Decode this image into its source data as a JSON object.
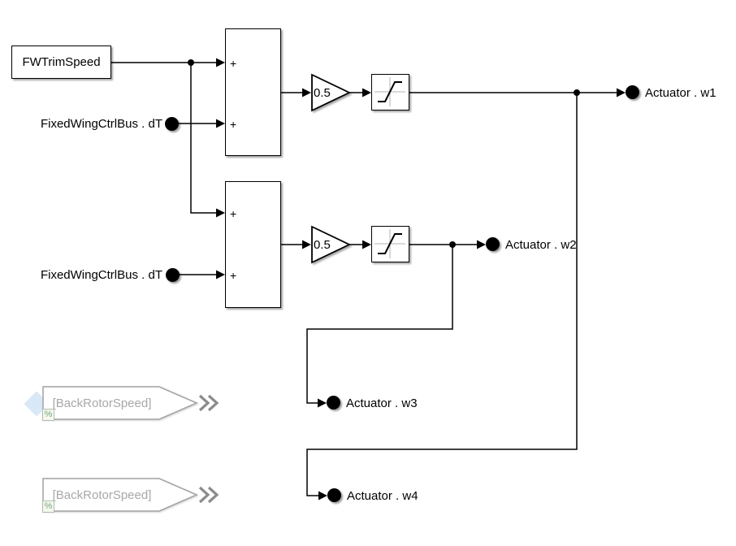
{
  "colors": {
    "background": "#ffffff",
    "wire": "#000000",
    "block_border": "#000000",
    "block_fill": "#ffffff",
    "disabled_outline": "#a3a3a3",
    "disabled_text": "#a8a8a8",
    "chevron_gray": "#8c8c8c",
    "comment_badge_bg": "#f4f8f0",
    "comment_badge_text": "#7da37d",
    "comment_diamond_blue": "#d9e8f7",
    "saturation_axis_gray": "#b3b3b3"
  },
  "blocks": {
    "source": {
      "label": "FWTrimSpeed"
    },
    "sum1": {
      "inputs": [
        "+",
        "+"
      ]
    },
    "sum2": {
      "inputs": [
        "+",
        "+"
      ]
    },
    "gain1": {
      "value": "0.5"
    },
    "gain2": {
      "value": "0.5"
    },
    "saturation1": {
      "type": "saturation"
    },
    "saturation2": {
      "type": "saturation"
    }
  },
  "input_ports": [
    {
      "label": "FixedWingCtrlBus . dT"
    },
    {
      "label": "FixedWingCtrlBus . dT"
    }
  ],
  "output_ports": [
    {
      "label": "Actuator . w1"
    },
    {
      "label": "Actuator . w2"
    },
    {
      "label": "Actuator . w3"
    },
    {
      "label": "Actuator . w4"
    }
  ],
  "goto_blocks": [
    {
      "label": "[BackRotorSpeed]",
      "badge": "%"
    },
    {
      "label": "[BackRotorSpeed]",
      "badge": "%"
    }
  ]
}
